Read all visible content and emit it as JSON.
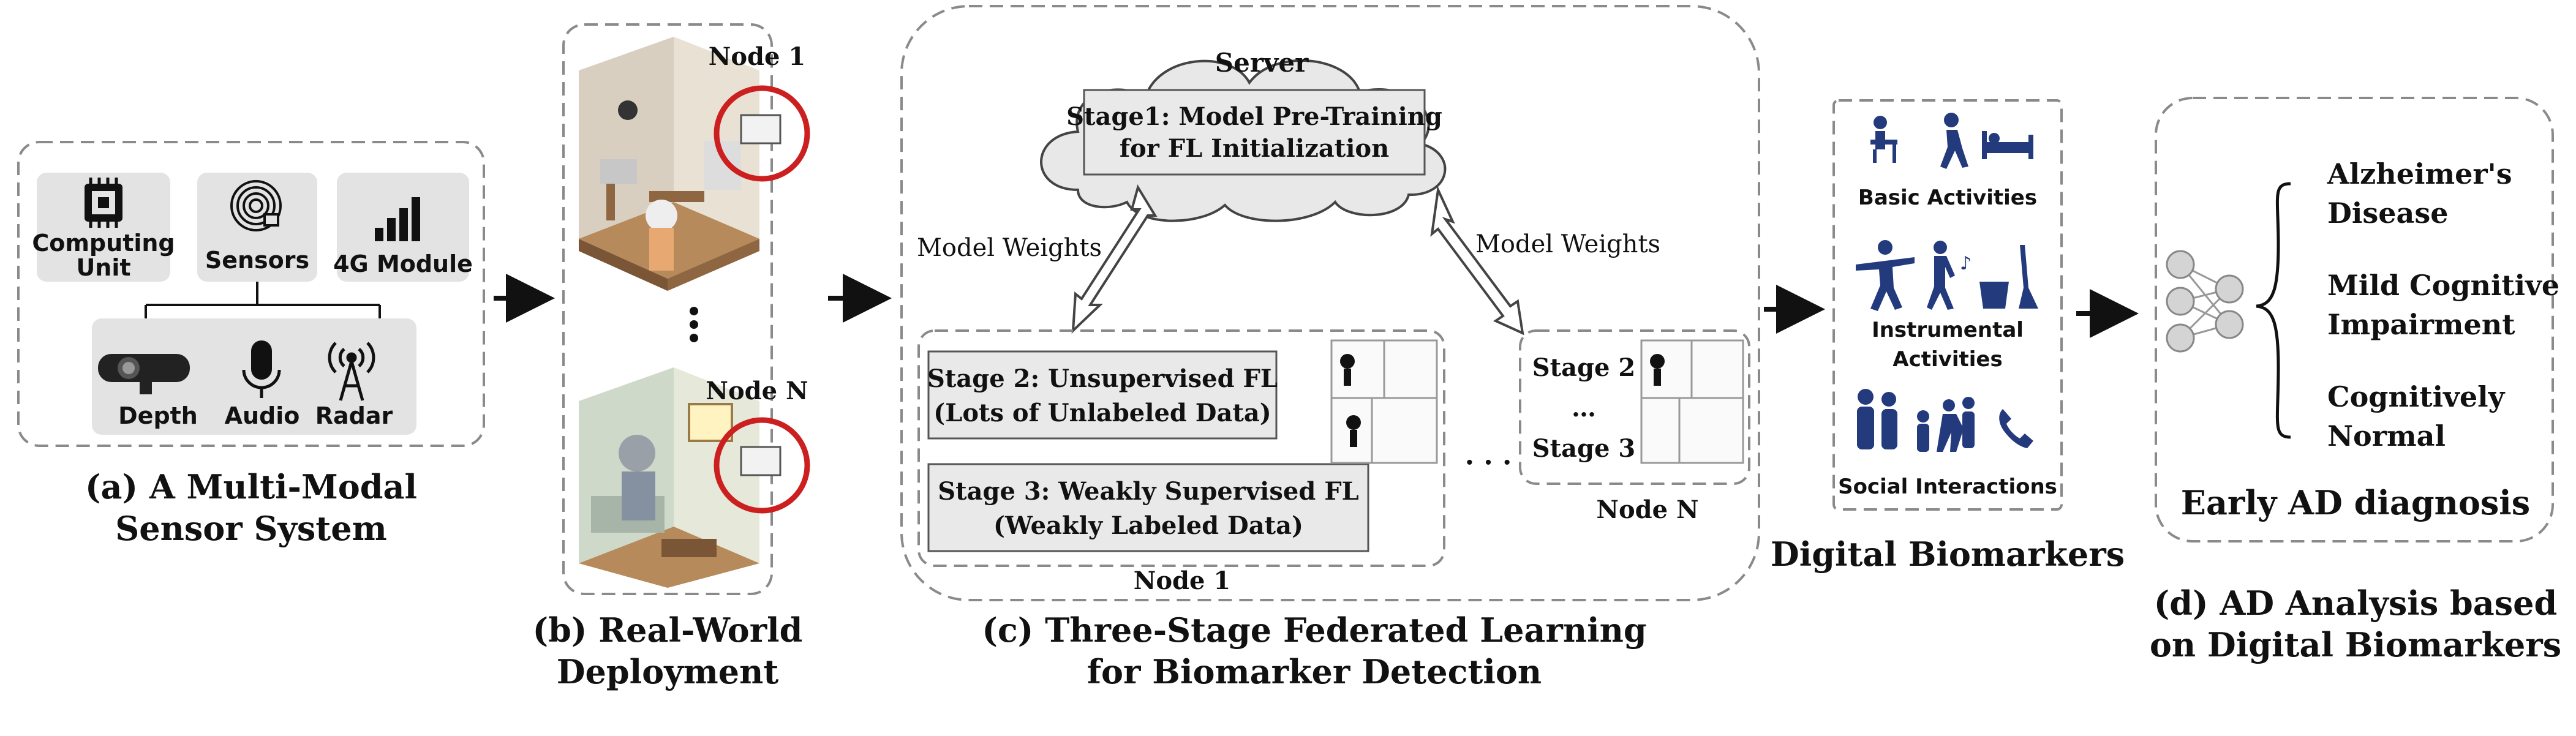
{
  "panel_a": {
    "computing_unit_line1": "Computing",
    "computing_unit_line2": "Unit",
    "sensors": "Sensors",
    "module_4g": "4G Module",
    "depth": "Depth",
    "audio": "Audio",
    "radar": "Radar",
    "caption_line1": "(a) A Multi-Modal",
    "caption_line2": "Sensor System"
  },
  "panel_b": {
    "node1": "Node 1",
    "nodeN": "Node N",
    "caption_line1": "(b) Real-World",
    "caption_line2": "Deployment"
  },
  "panel_c": {
    "server": "Server",
    "stage1_line1": "Stage1: Model Pre-Training",
    "stage1_line2": "for FL Initialization",
    "model_weights_left": "Model Weights",
    "model_weights_right": "Model Weights",
    "stage2_line1": "Stage 2: Unsupervised FL",
    "stage2_line2": "(Lots of Unlabeled Data)",
    "stage3_line1": "Stage 3: Weakly Supervised FL",
    "stage3_line2": "(Weakly Labeled Data)",
    "node1": "Node 1",
    "nodeN_stage2": "Stage 2",
    "nodeN_dots": "…",
    "nodeN_stage3": "Stage 3",
    "nodeN": "Node N",
    "between_dots": "· · ·",
    "caption_line1": "(c) Three-Stage Federated Learning",
    "caption_line2": "for Biomarker Detection"
  },
  "panel_bio": {
    "basic": "Basic Activities",
    "instrumental_line1": "Instrumental",
    "instrumental_line2": "Activities",
    "social": "Social Interactions",
    "caption": "Digital Biomarkers"
  },
  "panel_d": {
    "out1_line1": "Alzheimer's",
    "out1_line2": "Disease",
    "out2_line1": "Mild Cognitive",
    "out2_line2": "Impairment",
    "out3_line1": "Cognitively",
    "out3_line2": "Normal",
    "box_caption": "Early AD diagnosis",
    "caption_line1": "(d) AD Analysis based",
    "caption_line2": "on Digital Biomarkers"
  },
  "colors": {
    "icon_blue": "#233b7d",
    "red_circle": "#cc1f1f",
    "dash_gray": "#8a8a8a"
  }
}
